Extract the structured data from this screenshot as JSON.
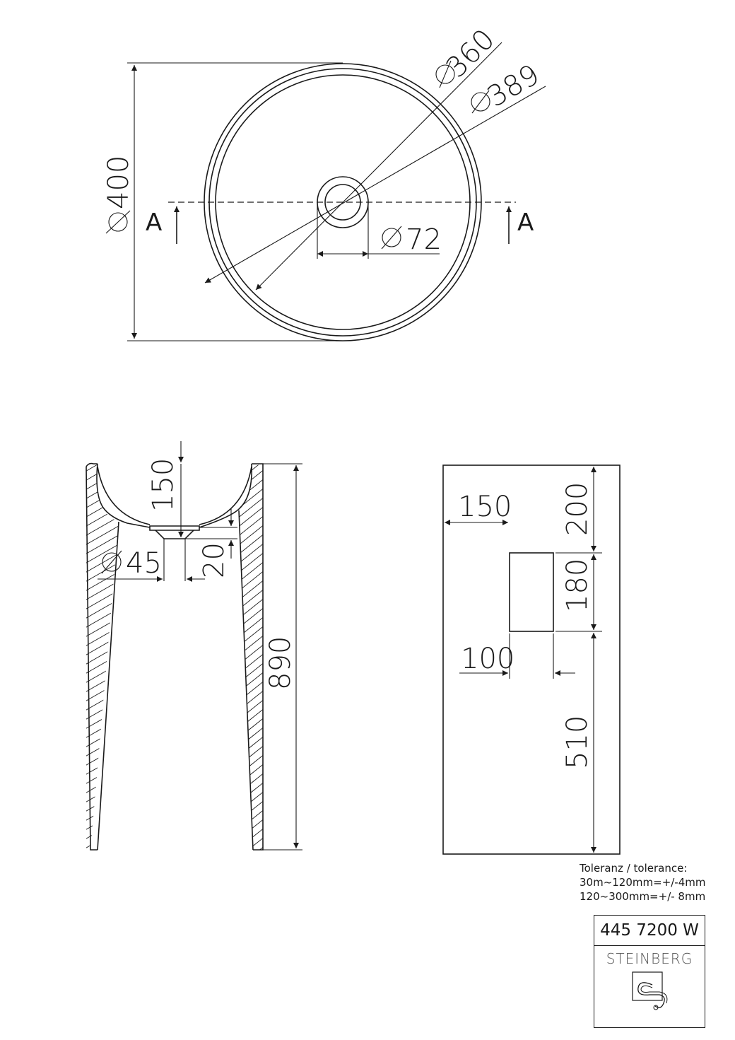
{
  "top_view": {
    "dim_outer": "400",
    "dim_rim": "360",
    "dim_inner": "389",
    "dim_drain": "72",
    "section_label": "A"
  },
  "section_view": {
    "dim_bowl_depth": "150",
    "dim_drain_outlet": "45",
    "dim_drain_height": "20",
    "dim_total_height": "890"
  },
  "side_view": {
    "dim_opening_offset": "150",
    "dim_top": "200",
    "dim_opening_height": "180",
    "dim_opening_width": "100",
    "dim_bottom": "510"
  },
  "tolerance": {
    "heading": "Toleranz / tolerance:",
    "line1": "30m~120mm=+/-4mm",
    "line2": "120~300mm=+/- 8mm"
  },
  "title_block": {
    "article": "445 7200 W",
    "brand": "STEINBERG",
    "logo_icon": "steinberg-logo-icon"
  },
  "colors": {
    "line": "#1a1a1a",
    "paper": "#ffffff"
  }
}
